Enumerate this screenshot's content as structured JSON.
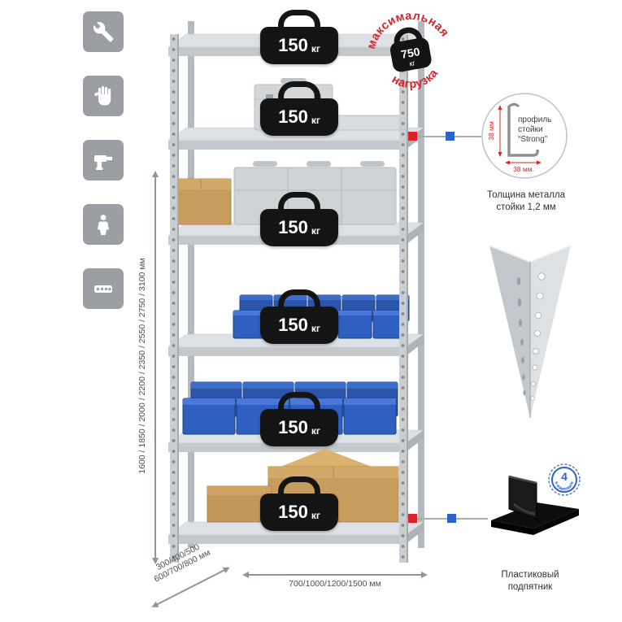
{
  "colors": {
    "red": "#d9232a",
    "blue": "#2c63c8",
    "tile_gray": "#9b9fa3"
  },
  "left_icons": {
    "items": [
      "wrench-icon",
      "glove-icon",
      "drill-icon",
      "person-icon",
      "perforated-strip-icon"
    ]
  },
  "rack": {
    "shelves": 6,
    "load_value": "150",
    "load_unit": "кг"
  },
  "stamp": {
    "arc_top": "максимальная",
    "arc_bottom": "нагрузка",
    "value": "750",
    "unit": "кг"
  },
  "profile_callout": {
    "line1": "профиль",
    "line2": "стойки",
    "line3": "“Strong”",
    "dim_vertical": "38 мм",
    "dim_horizontal": "38 мм.",
    "caption_line1": "Толщина металла",
    "caption_line2": "стойки 1,2 мм"
  },
  "foot_callout": {
    "badge_value": "4",
    "badge_ring_text": "в комплекте",
    "caption_line1": "Пластиковый",
    "caption_line2": "подпятник"
  },
  "dimensions": {
    "height": "1600 / 1850 / 2000 / 2200 / 2350 / 2550 / 2750 / 3100 мм",
    "depth_line1": "300/400/500",
    "depth_line2": "600/700/800 мм",
    "width": "700/1000/1200/1500 мм"
  }
}
